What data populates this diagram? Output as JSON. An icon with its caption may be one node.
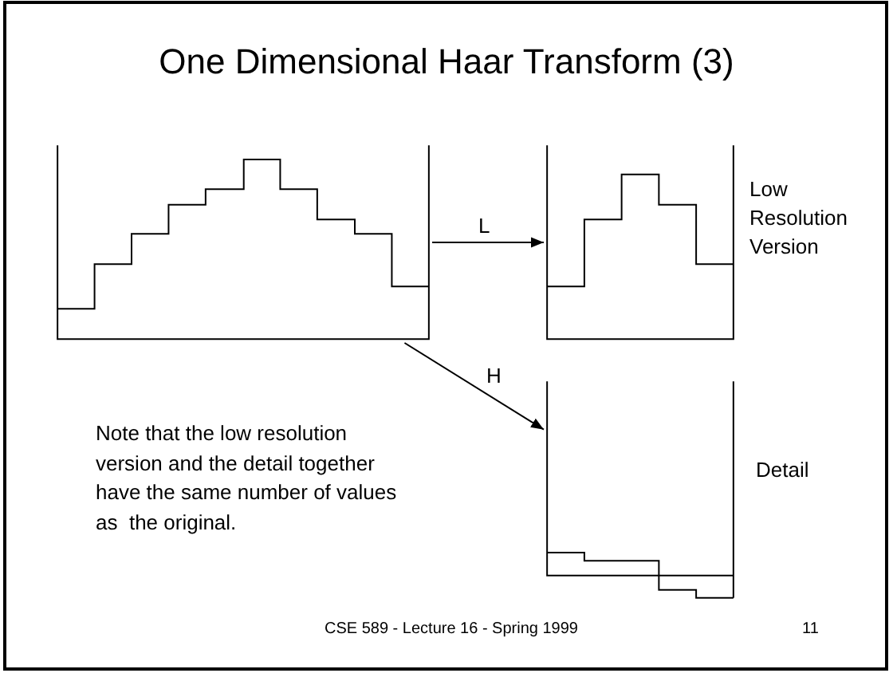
{
  "diagram": {
    "title": "One Dimensional Haar Transform (3)",
    "nodes": [
      {
        "text": [],
        "shape": "picture"
      },
      {
        "text": [],
        "shape": "picture",
        "beside": [
          "Low Resolution Version"
        ]
      },
      {
        "text": [],
        "shape": "picture",
        "beside": [
          "Detail"
        ]
      }
    ],
    "edges": [
      {
        "from": 0,
        "to": 1,
        "arrow": "to",
        "label": "L"
      },
      {
        "from": 0,
        "to": 2,
        "arrow": "to",
        "label": "H"
      }
    ],
    "labels": [
      "Note that the low resolution version and the detail together have the same number of values as  the original.",
      "CSE 589 - Lecture 16 - Spring 1999",
      "11"
    ]
  }
}
